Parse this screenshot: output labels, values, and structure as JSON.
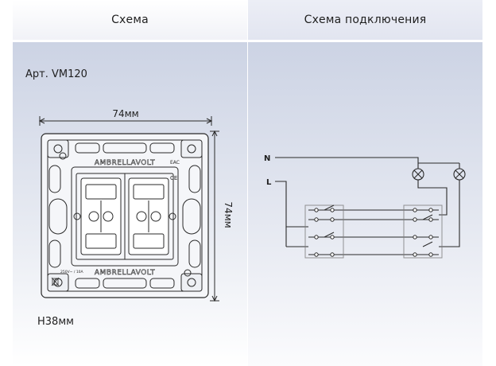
{
  "header": {
    "left_title": "Схема",
    "right_title": "Схема подключения"
  },
  "product": {
    "article": "Арт. VM120",
    "width_label": "74мм",
    "height_label": "74мм",
    "depth_label": "H38мм"
  },
  "device": {
    "brand_text": "AMBRELLAVOLT",
    "rating_text": "250V~ / 10A",
    "cert_mark": "EAC",
    "ce_mark": "CE"
  },
  "wiring": {
    "neutral_label": "N",
    "line_label": "L"
  },
  "colors": {
    "pane": "#ccd3e4",
    "header_right": "#e2e5f0",
    "line": "#2a2a2a"
  }
}
